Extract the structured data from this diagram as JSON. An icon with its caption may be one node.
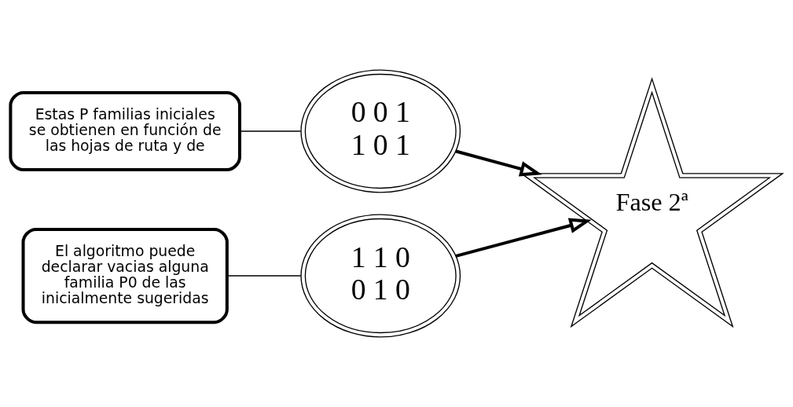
{
  "diagram": {
    "nodes": [
      {
        "text": [
          "Estas P familias iniciales se obtienen en función de las hojas de ruta y de"
        ]
      },
      {
        "text": [
          "El algoritmo puede declarar vacias alguna familia P0 de las inicialmente sugeridas"
        ]
      },
      {
        "text": [
          "1 1 0",
          "0 1 0"
        ]
      },
      {
        "text": [
          "0 0 1",
          "1 0 1"
        ]
      },
      {
        "text": [
          "Fase 2ª"
        ]
      }
    ],
    "edges": [
      {
        "from": 0,
        "to": 3,
        "arrow": "none"
      },
      {
        "from": 1,
        "to": 2,
        "arrow": "none"
      },
      {
        "from": 2,
        "to": 4,
        "arrow": "to",
        "style": "thick"
      },
      {
        "from": 3,
        "to": 4,
        "arrow": "to",
        "style": "thick"
      }
    ]
  }
}
